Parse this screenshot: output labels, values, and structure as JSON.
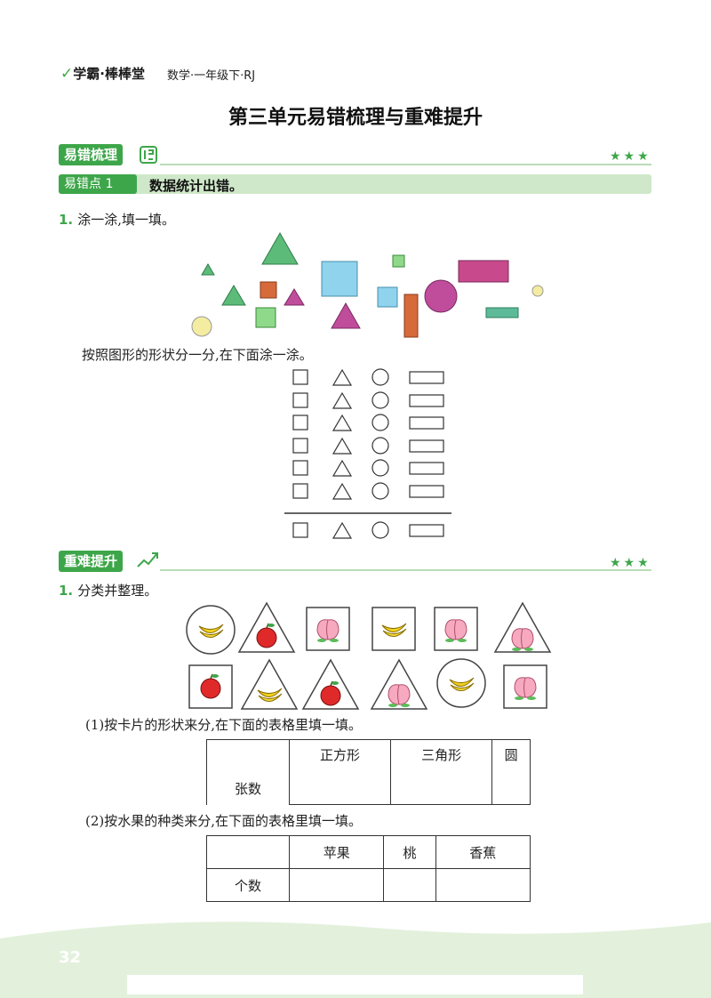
{
  "header": {
    "brand": "学霸·棒棒堂",
    "subject": "数学·一年级下·RJ",
    "title": "第三单元易错梳理与重难提升"
  },
  "section1": {
    "tag": "易错梳理",
    "stars": "★★★",
    "point_tag": "易错点 1",
    "point_text": "数据统计出错。",
    "q1_num": "1.",
    "q1_text": "涂一涂,填一填。",
    "instruction": "按照图形的形状分一分,在下面涂一涂。"
  },
  "section2": {
    "tag": "重难提升",
    "stars": "★★★",
    "q1_num": "1.",
    "q1_text": "分类并整理。",
    "sub1": "(1)按卡片的形状来分,在下面的表格里填一填。",
    "table1": {
      "headers": [
        "",
        "正方形",
        "三角形",
        "圆"
      ],
      "row_label": "张数"
    },
    "sub2": "(2)按水果的种类来分,在下面的表格里填一填。",
    "table2": {
      "headers": [
        "",
        "苹果",
        "桃",
        "香蕉"
      ],
      "row_label": "个数"
    }
  },
  "footer": {
    "page_number": "32"
  },
  "colors": {
    "accent_green": "#3ea64a",
    "light_green": "#cfe8c9",
    "footer_green": "#e3f1dc"
  },
  "icons": [
    "graph-icon",
    "trend-arrow-icon",
    "leaf-icon"
  ]
}
